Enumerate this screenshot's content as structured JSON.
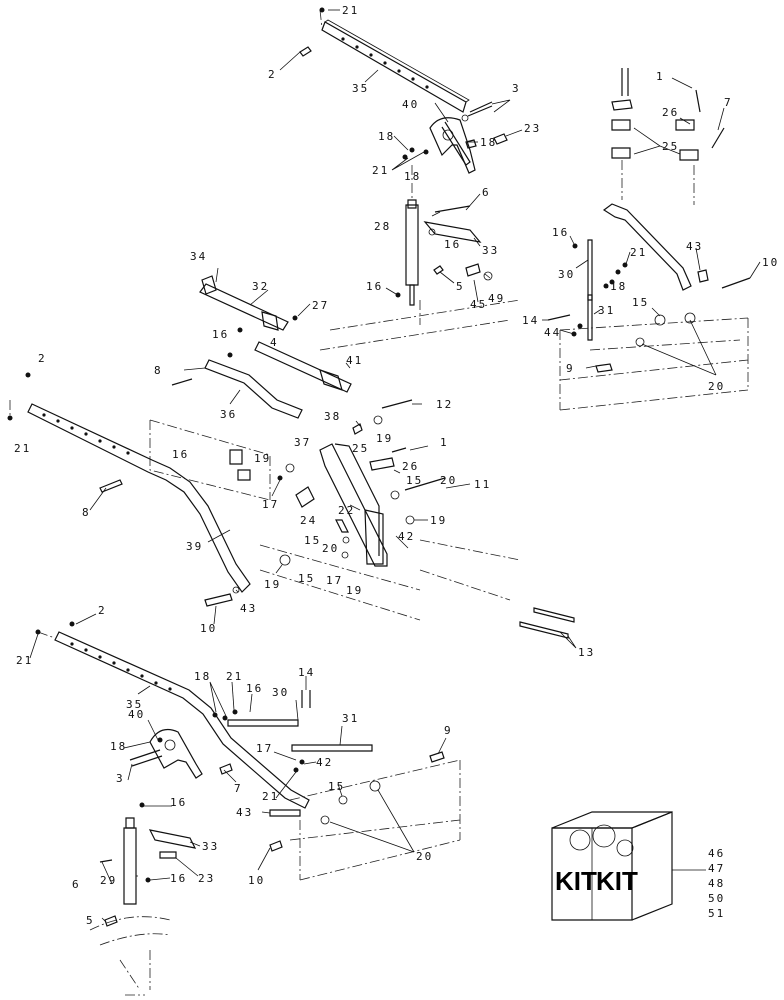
{
  "callouts": [
    {
      "id": "c21a",
      "text": "21"
    },
    {
      "id": "c2a",
      "text": "2"
    },
    {
      "id": "c35a",
      "text": "35"
    },
    {
      "id": "c3a",
      "text": "3"
    },
    {
      "id": "c40a",
      "text": "40"
    },
    {
      "id": "c23a",
      "text": "23"
    },
    {
      "id": "c18a",
      "text": "18"
    },
    {
      "id": "c18b",
      "text": "18"
    },
    {
      "id": "c21b",
      "text": "21"
    },
    {
      "id": "c18c",
      "text": "18"
    },
    {
      "id": "c6a",
      "text": "6"
    },
    {
      "id": "c28a",
      "text": "28"
    },
    {
      "id": "c16a",
      "text": "16"
    },
    {
      "id": "c33a",
      "text": "33"
    },
    {
      "id": "c16b",
      "text": "16"
    },
    {
      "id": "c5a",
      "text": "5"
    },
    {
      "id": "c45a",
      "text": "45"
    },
    {
      "id": "c49a",
      "text": "49"
    },
    {
      "id": "c34a",
      "text": "34"
    },
    {
      "id": "c32a",
      "text": "32"
    },
    {
      "id": "c27a",
      "text": "27"
    },
    {
      "id": "c4a",
      "text": "4"
    },
    {
      "id": "c16c",
      "text": "16"
    },
    {
      "id": "c41a",
      "text": "41"
    },
    {
      "id": "c2b",
      "text": "2"
    },
    {
      "id": "c8a",
      "text": "8"
    },
    {
      "id": "c21c",
      "text": "21"
    },
    {
      "id": "c36a",
      "text": "36"
    },
    {
      "id": "c38a",
      "text": "38"
    },
    {
      "id": "c12a",
      "text": "12"
    },
    {
      "id": "c19a",
      "text": "19"
    },
    {
      "id": "c37a",
      "text": "37"
    },
    {
      "id": "c1a",
      "text": "1"
    },
    {
      "id": "c25a",
      "text": "25"
    },
    {
      "id": "c26a",
      "text": "26"
    },
    {
      "id": "c16d",
      "text": "16"
    },
    {
      "id": "c19b",
      "text": "19"
    },
    {
      "id": "c20a",
      "text": "20"
    },
    {
      "id": "c15a",
      "text": "15"
    },
    {
      "id": "c11a",
      "text": "11"
    },
    {
      "id": "c8b",
      "text": "8"
    },
    {
      "id": "c17a",
      "text": "17"
    },
    {
      "id": "c24a",
      "text": "24"
    },
    {
      "id": "c22a",
      "text": "22"
    },
    {
      "id": "c19c",
      "text": "19"
    },
    {
      "id": "c42a",
      "text": "42"
    },
    {
      "id": "c15b",
      "text": "15"
    },
    {
      "id": "c20b",
      "text": "20"
    },
    {
      "id": "c39a",
      "text": "39"
    },
    {
      "id": "c17b",
      "text": "17"
    },
    {
      "id": "c19d",
      "text": "19"
    },
    {
      "id": "c19e",
      "text": "19"
    },
    {
      "id": "c15c",
      "text": "15"
    },
    {
      "id": "c43a",
      "text": "43"
    },
    {
      "id": "c10a",
      "text": "10"
    },
    {
      "id": "c13a",
      "text": "13"
    },
    {
      "id": "c1b",
      "text": "1"
    },
    {
      "id": "c26b",
      "text": "26"
    },
    {
      "id": "c7a",
      "text": "7"
    },
    {
      "id": "c25b",
      "text": "25"
    },
    {
      "id": "c16e",
      "text": "16"
    },
    {
      "id": "c21d",
      "text": "21"
    },
    {
      "id": "c43b",
      "text": "43"
    },
    {
      "id": "c30a",
      "text": "30"
    },
    {
      "id": "c18d",
      "text": "18"
    },
    {
      "id": "c10b",
      "text": "10"
    },
    {
      "id": "c14a",
      "text": "14"
    },
    {
      "id": "c31a",
      "text": "31"
    },
    {
      "id": "c44a",
      "text": "44"
    },
    {
      "id": "c15d",
      "text": "15"
    },
    {
      "id": "c9a",
      "text": "9"
    },
    {
      "id": "c20c",
      "text": "20"
    },
    {
      "id": "c2c",
      "text": "2"
    },
    {
      "id": "c21e",
      "text": "21"
    },
    {
      "id": "c35b",
      "text": "35"
    },
    {
      "id": "c18e",
      "text": "18"
    },
    {
      "id": "c21f",
      "text": "21"
    },
    {
      "id": "c16f",
      "text": "16"
    },
    {
      "id": "c30b",
      "text": "30"
    },
    {
      "id": "c14b",
      "text": "14"
    },
    {
      "id": "c40b",
      "text": "40"
    },
    {
      "id": "c31b",
      "text": "31"
    },
    {
      "id": "c18f",
      "text": "18"
    },
    {
      "id": "c9b",
      "text": "9"
    },
    {
      "id": "c3b",
      "text": "3"
    },
    {
      "id": "c7b",
      "text": "7"
    },
    {
      "id": "c17c",
      "text": "17"
    },
    {
      "id": "c42b",
      "text": "42"
    },
    {
      "id": "c21g",
      "text": "21"
    },
    {
      "id": "c15e",
      "text": "15"
    },
    {
      "id": "c43c",
      "text": "43"
    },
    {
      "id": "c16g",
      "text": "16"
    },
    {
      "id": "c33b",
      "text": "33"
    },
    {
      "id": "c20d",
      "text": "20"
    },
    {
      "id": "c23b",
      "text": "23"
    },
    {
      "id": "c6b",
      "text": "6"
    },
    {
      "id": "c29a",
      "text": "29"
    },
    {
      "id": "c16h",
      "text": "16"
    },
    {
      "id": "c10c",
      "text": "10"
    },
    {
      "id": "c5b",
      "text": "5"
    }
  ],
  "kit": {
    "box_text_left": "KIT",
    "box_text_right": "KIT",
    "parts": [
      "46",
      "47",
      "48",
      "50",
      "51"
    ]
  }
}
